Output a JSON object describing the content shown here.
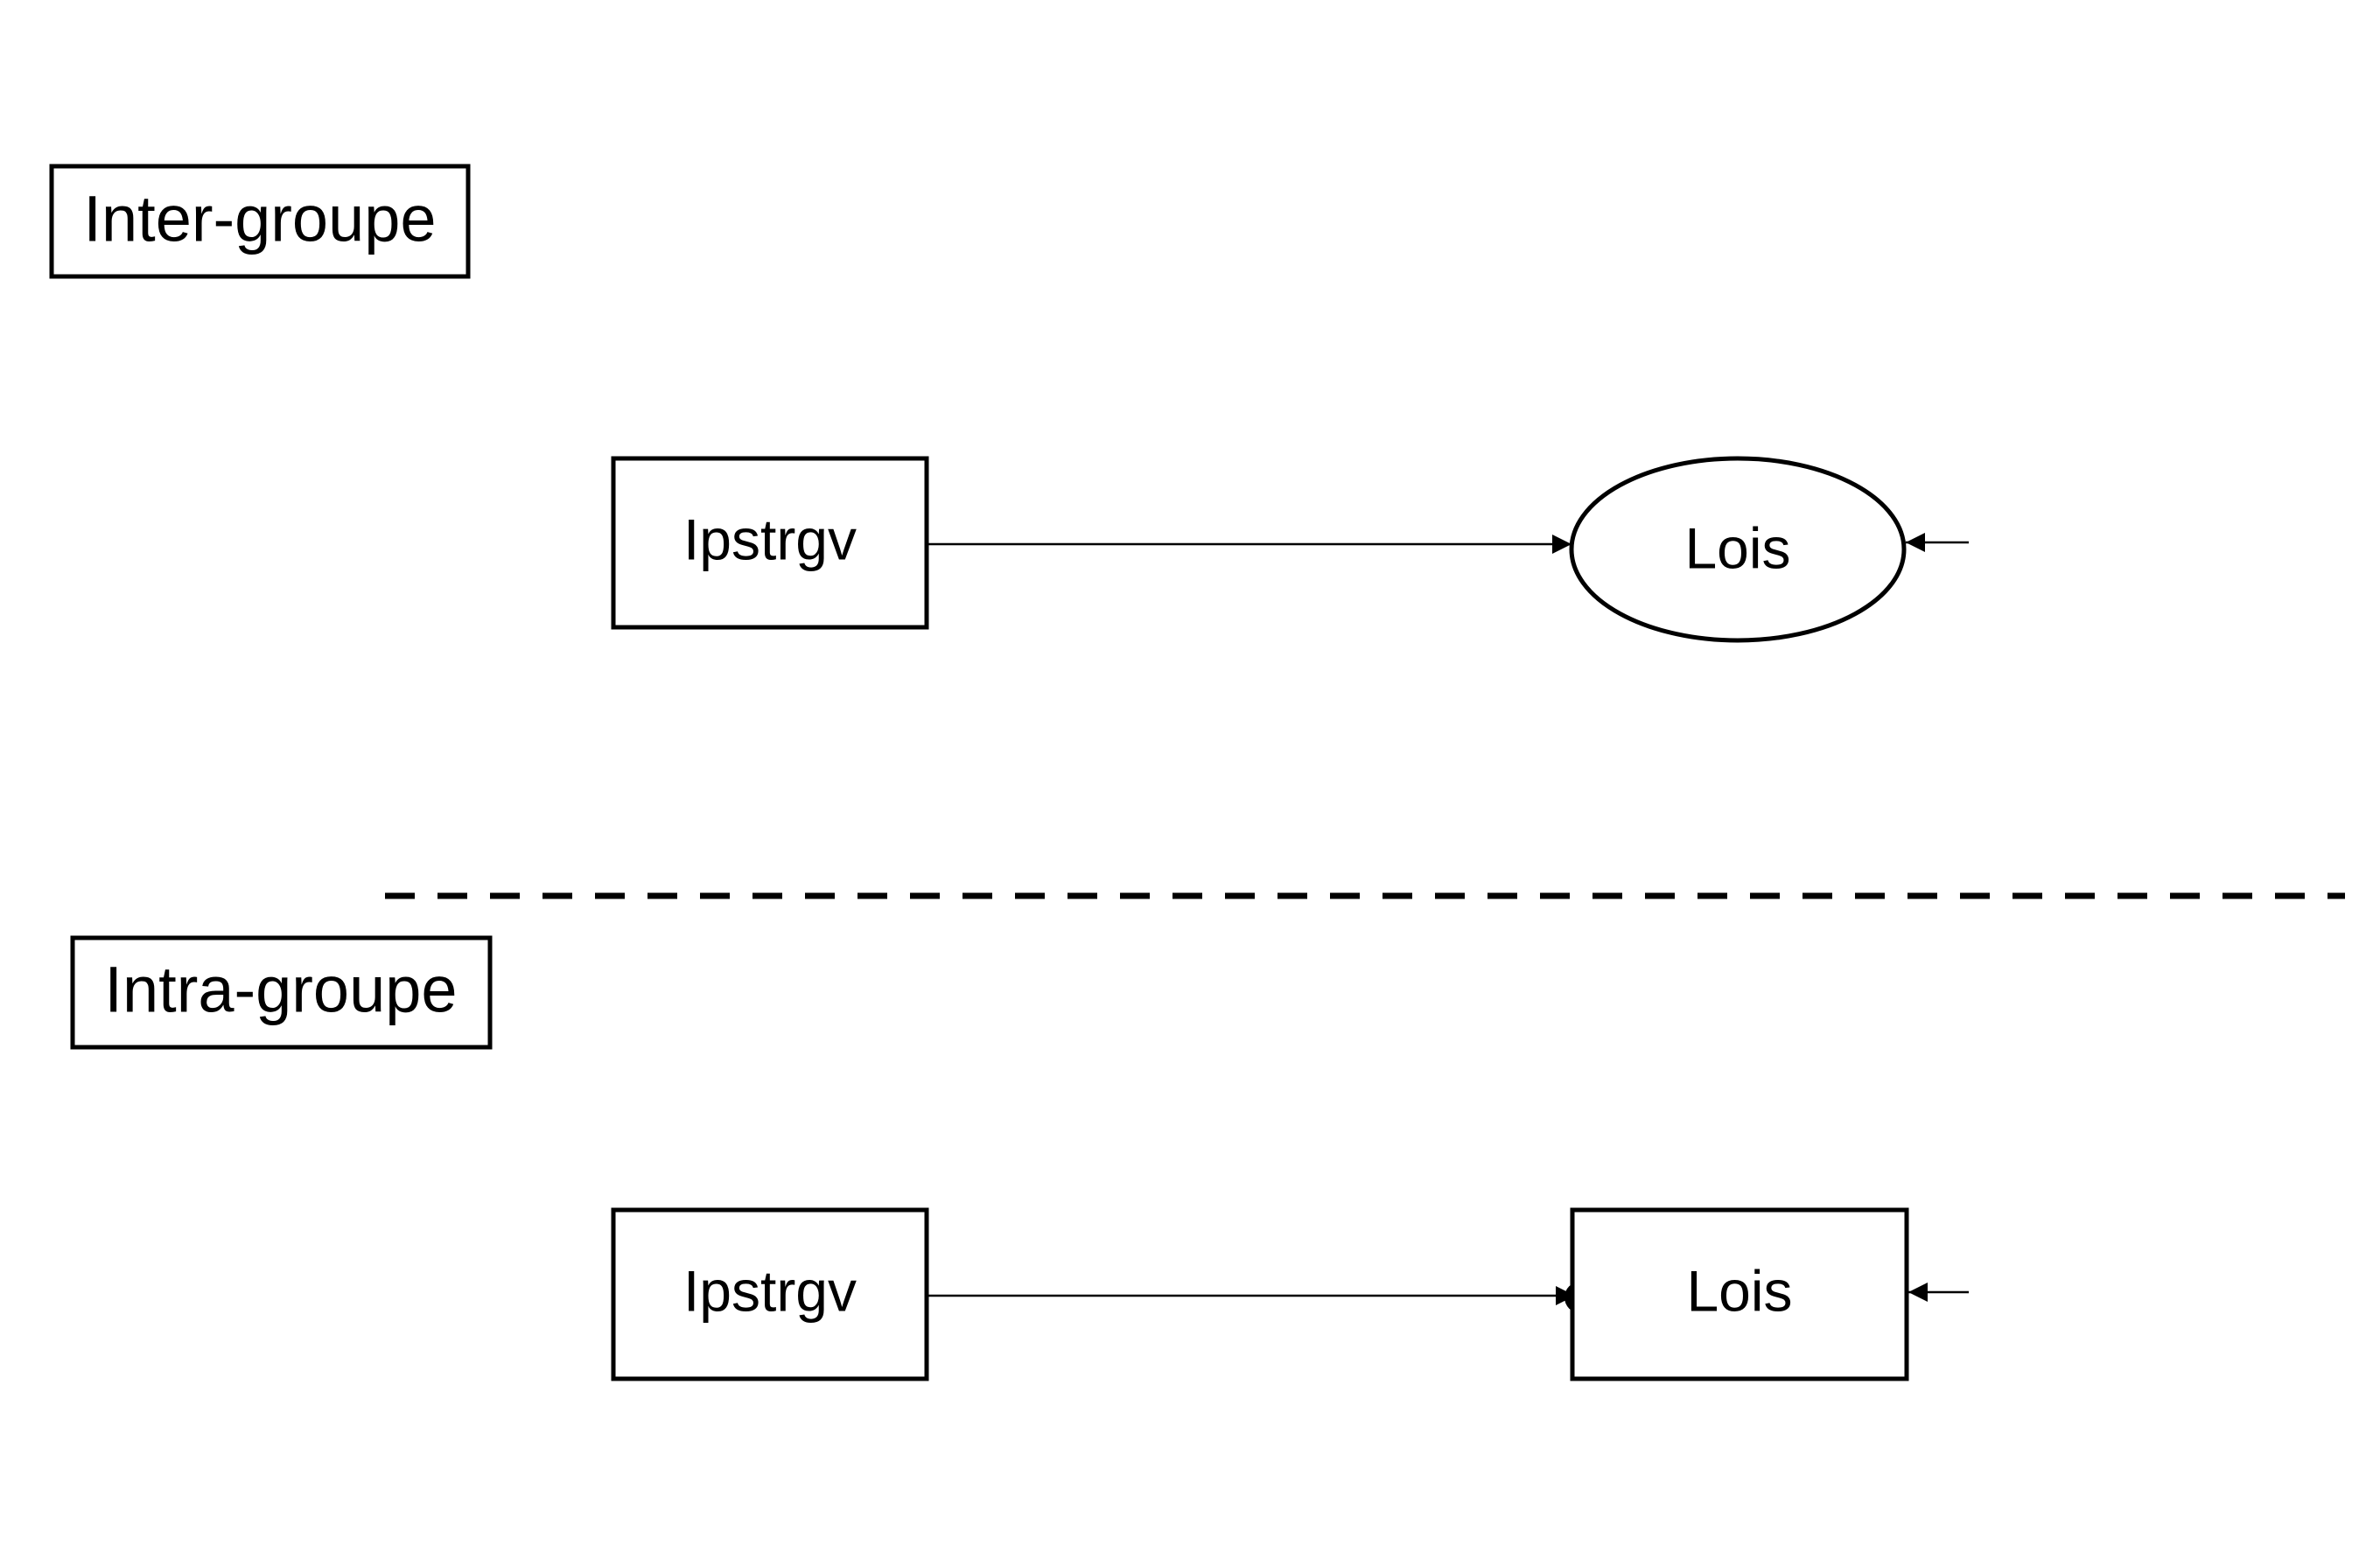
{
  "colors": {
    "background": "#ffffff",
    "stroke": "#000000"
  },
  "groups": {
    "inter": {
      "label": "Inter-groupe",
      "source": "Ipstrgv",
      "target": "Lois",
      "target_shape": "ellipse",
      "edge_head": "arrow"
    },
    "intra": {
      "label": "Intra-groupe",
      "source": "Ipstrgv",
      "target": "Lois",
      "target_shape": "rectangle",
      "edge_head": "dot-and-arrow"
    }
  },
  "separator": "dashed-line"
}
